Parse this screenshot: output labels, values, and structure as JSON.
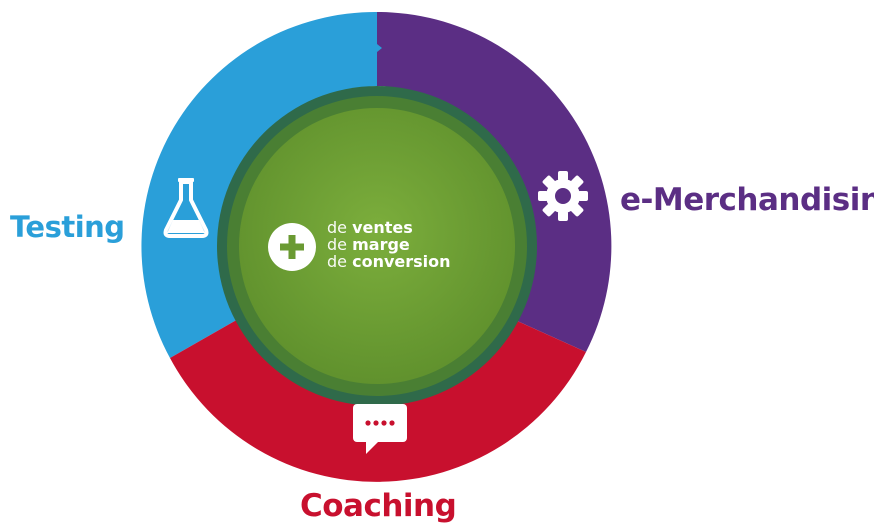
{
  "segments": [
    {
      "label": "Testing",
      "color": "#2a9fd9",
      "icon": "flask-icon"
    },
    {
      "label": "e-Merchandising",
      "color": "#5b2e84",
      "icon": "gear-icon"
    },
    {
      "label": "Coaching",
      "color": "#c8102e",
      "icon": "speech-bubble-icon"
    }
  ],
  "center": {
    "icon": "plus-icon",
    "lines": [
      {
        "prefix": "de",
        "word": "ventes"
      },
      {
        "prefix": "de",
        "word": "marge"
      },
      {
        "prefix": "de",
        "word": "conversion"
      }
    ]
  },
  "colors": {
    "center_green": "#6a9a32",
    "inner_ring": "#3d7a3a"
  }
}
